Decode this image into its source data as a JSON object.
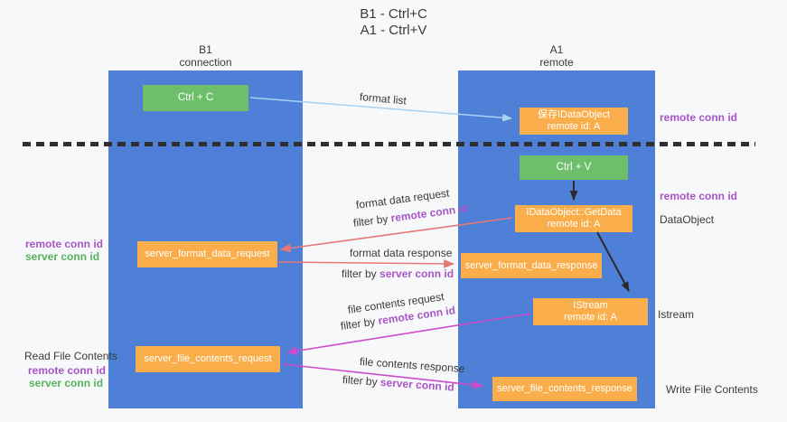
{
  "title": {
    "line1": "B1 - Ctrl+C",
    "line2": "A1 - Ctrl+V"
  },
  "lanes": {
    "left": {
      "name": "B1",
      "role": "connection"
    },
    "right": {
      "name": "A1",
      "role": "remote"
    }
  },
  "boxes": {
    "ctrl_c": {
      "label": "Ctrl + C"
    },
    "ctrl_v": {
      "label": "Ctrl + V"
    },
    "save_idataobject": {
      "line1": "保存IDataObject",
      "line2": "remote id: A"
    },
    "idataobject_getdata": {
      "line1": "IDataObject::GetData",
      "line2": "remote id: A"
    },
    "istream": {
      "line1": "IStream",
      "line2": "remote id: A"
    },
    "server_format_data_request": {
      "label": "server_format_data_request"
    },
    "server_format_data_response": {
      "label": "server_format_data_response"
    },
    "server_file_contents_request": {
      "label": "server_file_contents_request"
    },
    "server_file_contents_response": {
      "label": "server_file_contents_response"
    }
  },
  "side_labels": {
    "right_remote_conn_id_top": "remote conn id",
    "right_remote_conn_id_mid": "remote conn id",
    "dataobject": "DataObject",
    "istream": "Istream",
    "write_file_contents": "Write File Contents",
    "left_remote_conn_id_top": "remote conn id",
    "left_server_conn_id_top": "server conn id",
    "read_file_contents": "Read File Contents",
    "left_remote_conn_id_bottom": "remote conn id",
    "left_server_conn_id_bottom": "server conn id"
  },
  "arrow_labels": {
    "format_list": "format list",
    "format_data_request": "format data request",
    "filter_by_1_prefix": "filter by ",
    "filter_by_1_id": "remote conn id",
    "format_data_response": "format data response",
    "filter_by_2_prefix": "filter by ",
    "filter_by_2_id": "server conn id",
    "file_contents_request": "file contents request",
    "filter_by_3_prefix": "filter by ",
    "filter_by_3_id": "remote conn id",
    "file_contents_response": "file contents response",
    "filter_by_4_prefix": "filter by ",
    "filter_by_4_id": "server conn id"
  },
  "colors": {
    "lane_blue": "#4d80d6",
    "box_orange": "#f9ae4b",
    "box_green": "#6dbf6b",
    "arrow_light_blue": "#a8d2f0",
    "arrow_red": "#e87878",
    "arrow_magenta": "#cc4ccc",
    "arrow_black": "#2b2b2b",
    "text_purple": "#a855c8",
    "text_green": "#56b35c"
  }
}
